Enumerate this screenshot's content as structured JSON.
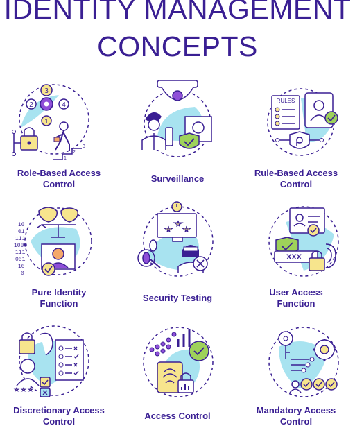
{
  "title": {
    "line1": "IDENTITY MANAGEMENT",
    "line2": "CONCEPTS"
  },
  "colors": {
    "title": "#3a1f93",
    "stroke": "#3a1f93",
    "accent_cyan": "#a8e3f0",
    "accent_purple": "#8f4fd8",
    "accent_yellow": "#f7e58d",
    "accent_green": "#9ed25a",
    "accent_orange": "#f4a86a"
  },
  "icons": [
    {
      "label_line1": "Role-Based Access",
      "label_line2": "Control",
      "icon": "role-based-access-control-icon",
      "steps": [
        "1",
        "2",
        "3",
        "4"
      ],
      "stairs": [
        "1",
        "2",
        "3"
      ]
    },
    {
      "label_line1": "Surveillance",
      "label_line2": "",
      "icon": "surveillance-icon"
    },
    {
      "label_line1": "Rule-Based Access",
      "label_line2": "Control",
      "icon": "rule-based-access-control-icon",
      "sheet_title": "RULES"
    },
    {
      "label_line1": "Pure Identity",
      "label_line2": "Function",
      "icon": "pure-identity-function-icon",
      "binary": [
        "10",
        "01",
        "111",
        "1000",
        "111",
        "001",
        "10",
        "0"
      ]
    },
    {
      "label_line1": "Security Testing",
      "label_line2": "",
      "icon": "security-testing-icon"
    },
    {
      "label_line1": "User Access",
      "label_line2": "Function",
      "icon": "user-access-function-icon",
      "password_mask": "XXX"
    },
    {
      "label_line1": "Discretionary Access",
      "label_line2": "Control",
      "icon": "discretionary-access-control-icon"
    },
    {
      "label_line1": "Access Control",
      "label_line2": "",
      "icon": "access-control-icon"
    },
    {
      "label_line1": "Mandatory Access",
      "label_line2": "Control",
      "icon": "mandatory-access-control-icon"
    }
  ]
}
